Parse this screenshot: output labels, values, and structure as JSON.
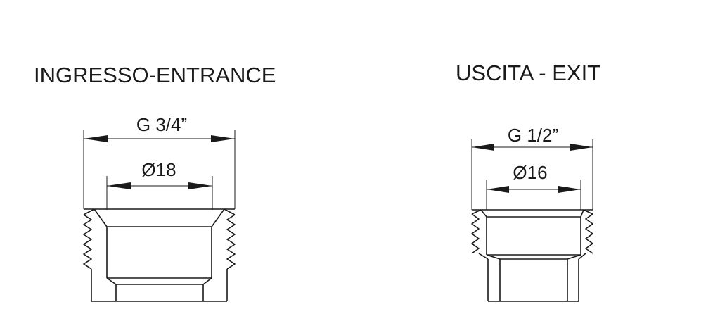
{
  "entrance": {
    "title": "INGRESSO-ENTRANCE",
    "outer_thread_label": "G 3/4”",
    "inner_diameter_label": "Ø18"
  },
  "exit": {
    "title": "USCITA - EXIT",
    "outer_thread_label": "G 1/2”",
    "inner_diameter_label": "Ø16"
  },
  "colors": {
    "ink": "#1a1a1a",
    "background": "#ffffff"
  }
}
